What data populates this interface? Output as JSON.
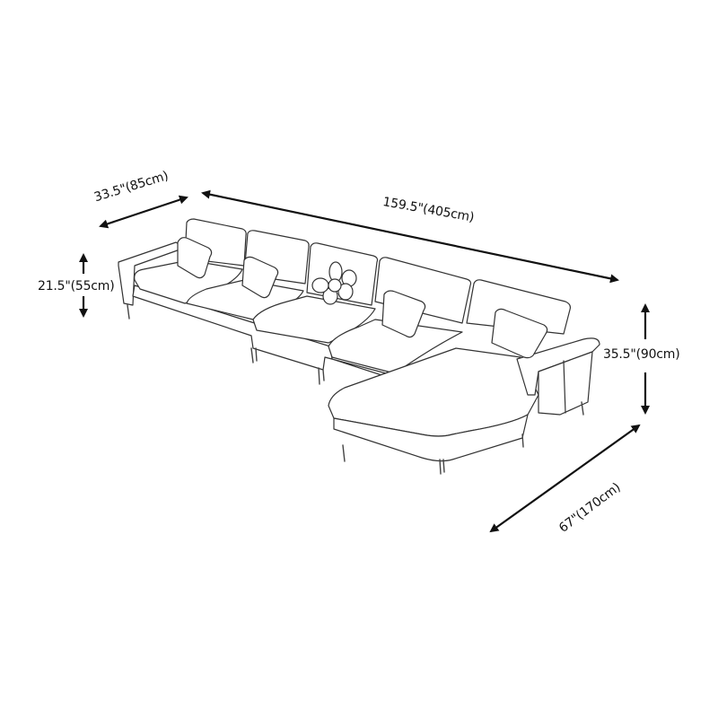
{
  "diagram": {
    "subject": "L-shaped sectional sofa with right-facing chaise",
    "style": "line drawing",
    "colors": {
      "background": "#ffffff",
      "line": "#111111",
      "sketch": "#333333"
    },
    "dimensions": {
      "depth": {
        "label": "33.5\"(85cm)",
        "inches": 33.5,
        "cm": 85
      },
      "length": {
        "label": "159.5\"(405cm)",
        "inches": 159.5,
        "cm": 405
      },
      "seat_height": {
        "label": "21.5\"(55cm)",
        "inches": 21.5,
        "cm": 55
      },
      "total_height": {
        "label": "35.5\"(90cm)",
        "inches": 35.5,
        "cm": 90
      },
      "chaise_length": {
        "label": "67\"(170cm)",
        "inches": 67,
        "cm": 170
      }
    },
    "components": {
      "back_cushions": 5,
      "seat_cushions": 4,
      "throw_pillows": 4,
      "flower_pillow": 1,
      "armrests": 2,
      "chaise": 1
    }
  }
}
